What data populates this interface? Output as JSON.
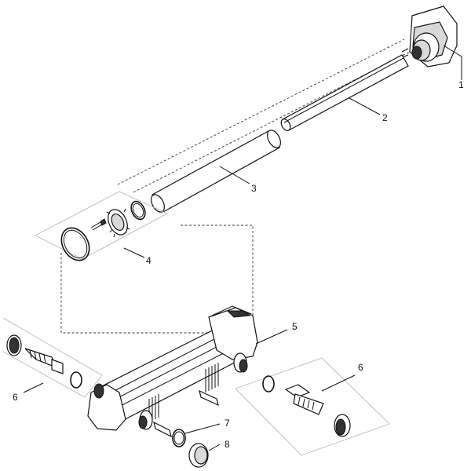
{
  "diagram": {
    "callouts": [
      {
        "id": "1",
        "text": "1"
      },
      {
        "id": "2",
        "text": "2"
      },
      {
        "id": "3",
        "text": "3"
      },
      {
        "id": "4",
        "text": "4"
      },
      {
        "id": "5",
        "text": "5"
      },
      {
        "id": "6a",
        "text": "6"
      },
      {
        "id": "6b",
        "text": "6"
      },
      {
        "id": "7",
        "text": "7"
      },
      {
        "id": "8",
        "text": "8"
      }
    ]
  },
  "colors": {
    "line": "#111111",
    "tray": "#b8b8b8",
    "fill_light": "#d9d9d9",
    "fill_dark": "#333333",
    "background": "#ffffff"
  }
}
